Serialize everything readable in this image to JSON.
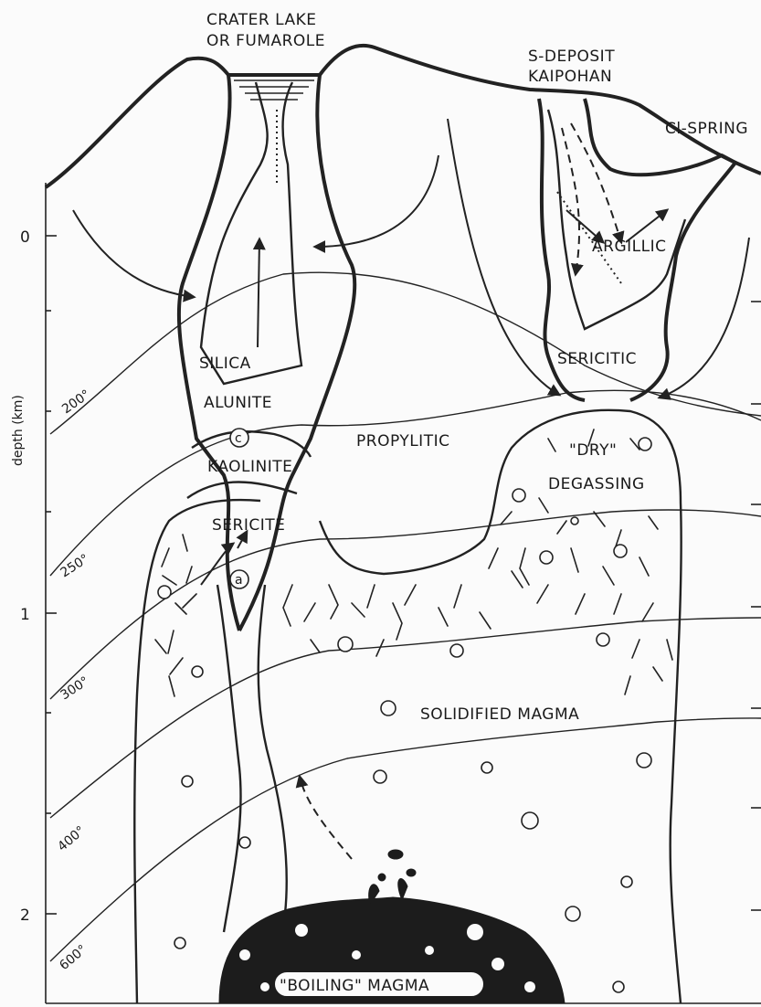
{
  "labels": {
    "crater_lake": "CRATER LAKE",
    "fumarole": "OR FUMAROLE",
    "s_deposit": "S-DEPOSIT",
    "kaipohan": "KAIPOHAN",
    "cl_spring": "Cl-SPRING",
    "argillic": "ARGILLIC",
    "silica": "SILICA",
    "sericitic": "SERICITIC",
    "alunite": "ALUNITE",
    "marker_c": "c",
    "kaolinite": "KAOLINITE",
    "propylitic": "PROPYLITIC",
    "dry": "\"DRY\"",
    "degassing": "DEGASSING",
    "sericite": "SERICITE",
    "marker_a": "a",
    "solidified_magma": "SOLIDIFIED MAGMA",
    "boiling_magma": "\"BOILING\" MAGMA"
  },
  "axis": {
    "label": "depth (km)",
    "ticks": [
      "0",
      "1",
      "2"
    ]
  },
  "isotherms": [
    "200°",
    "250°",
    "300°",
    "400°",
    "600°"
  ]
}
